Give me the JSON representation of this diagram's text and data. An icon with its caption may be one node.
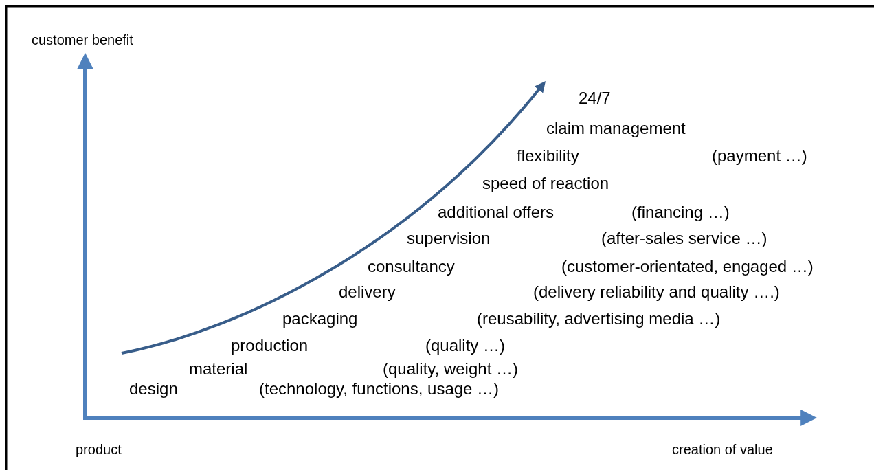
{
  "diagram": {
    "labels": [
      "customer benefit",
      "24/7",
      "claim management",
      "flexibility",
      "(payment …)",
      "speed of reaction",
      "additional offers",
      "(financing …)",
      "supervision",
      "(after-sales service …)",
      "consultancy",
      "(customer-orientated, engaged …)",
      "delivery",
      "(delivery reliability and quality ….)",
      "packaging",
      "(reusability, advertising media …)",
      "production",
      "(quality …)",
      "material",
      "(quality, weight …)",
      "design",
      "(technology, functions, usage …)",
      "product",
      "creation of value"
    ]
  }
}
